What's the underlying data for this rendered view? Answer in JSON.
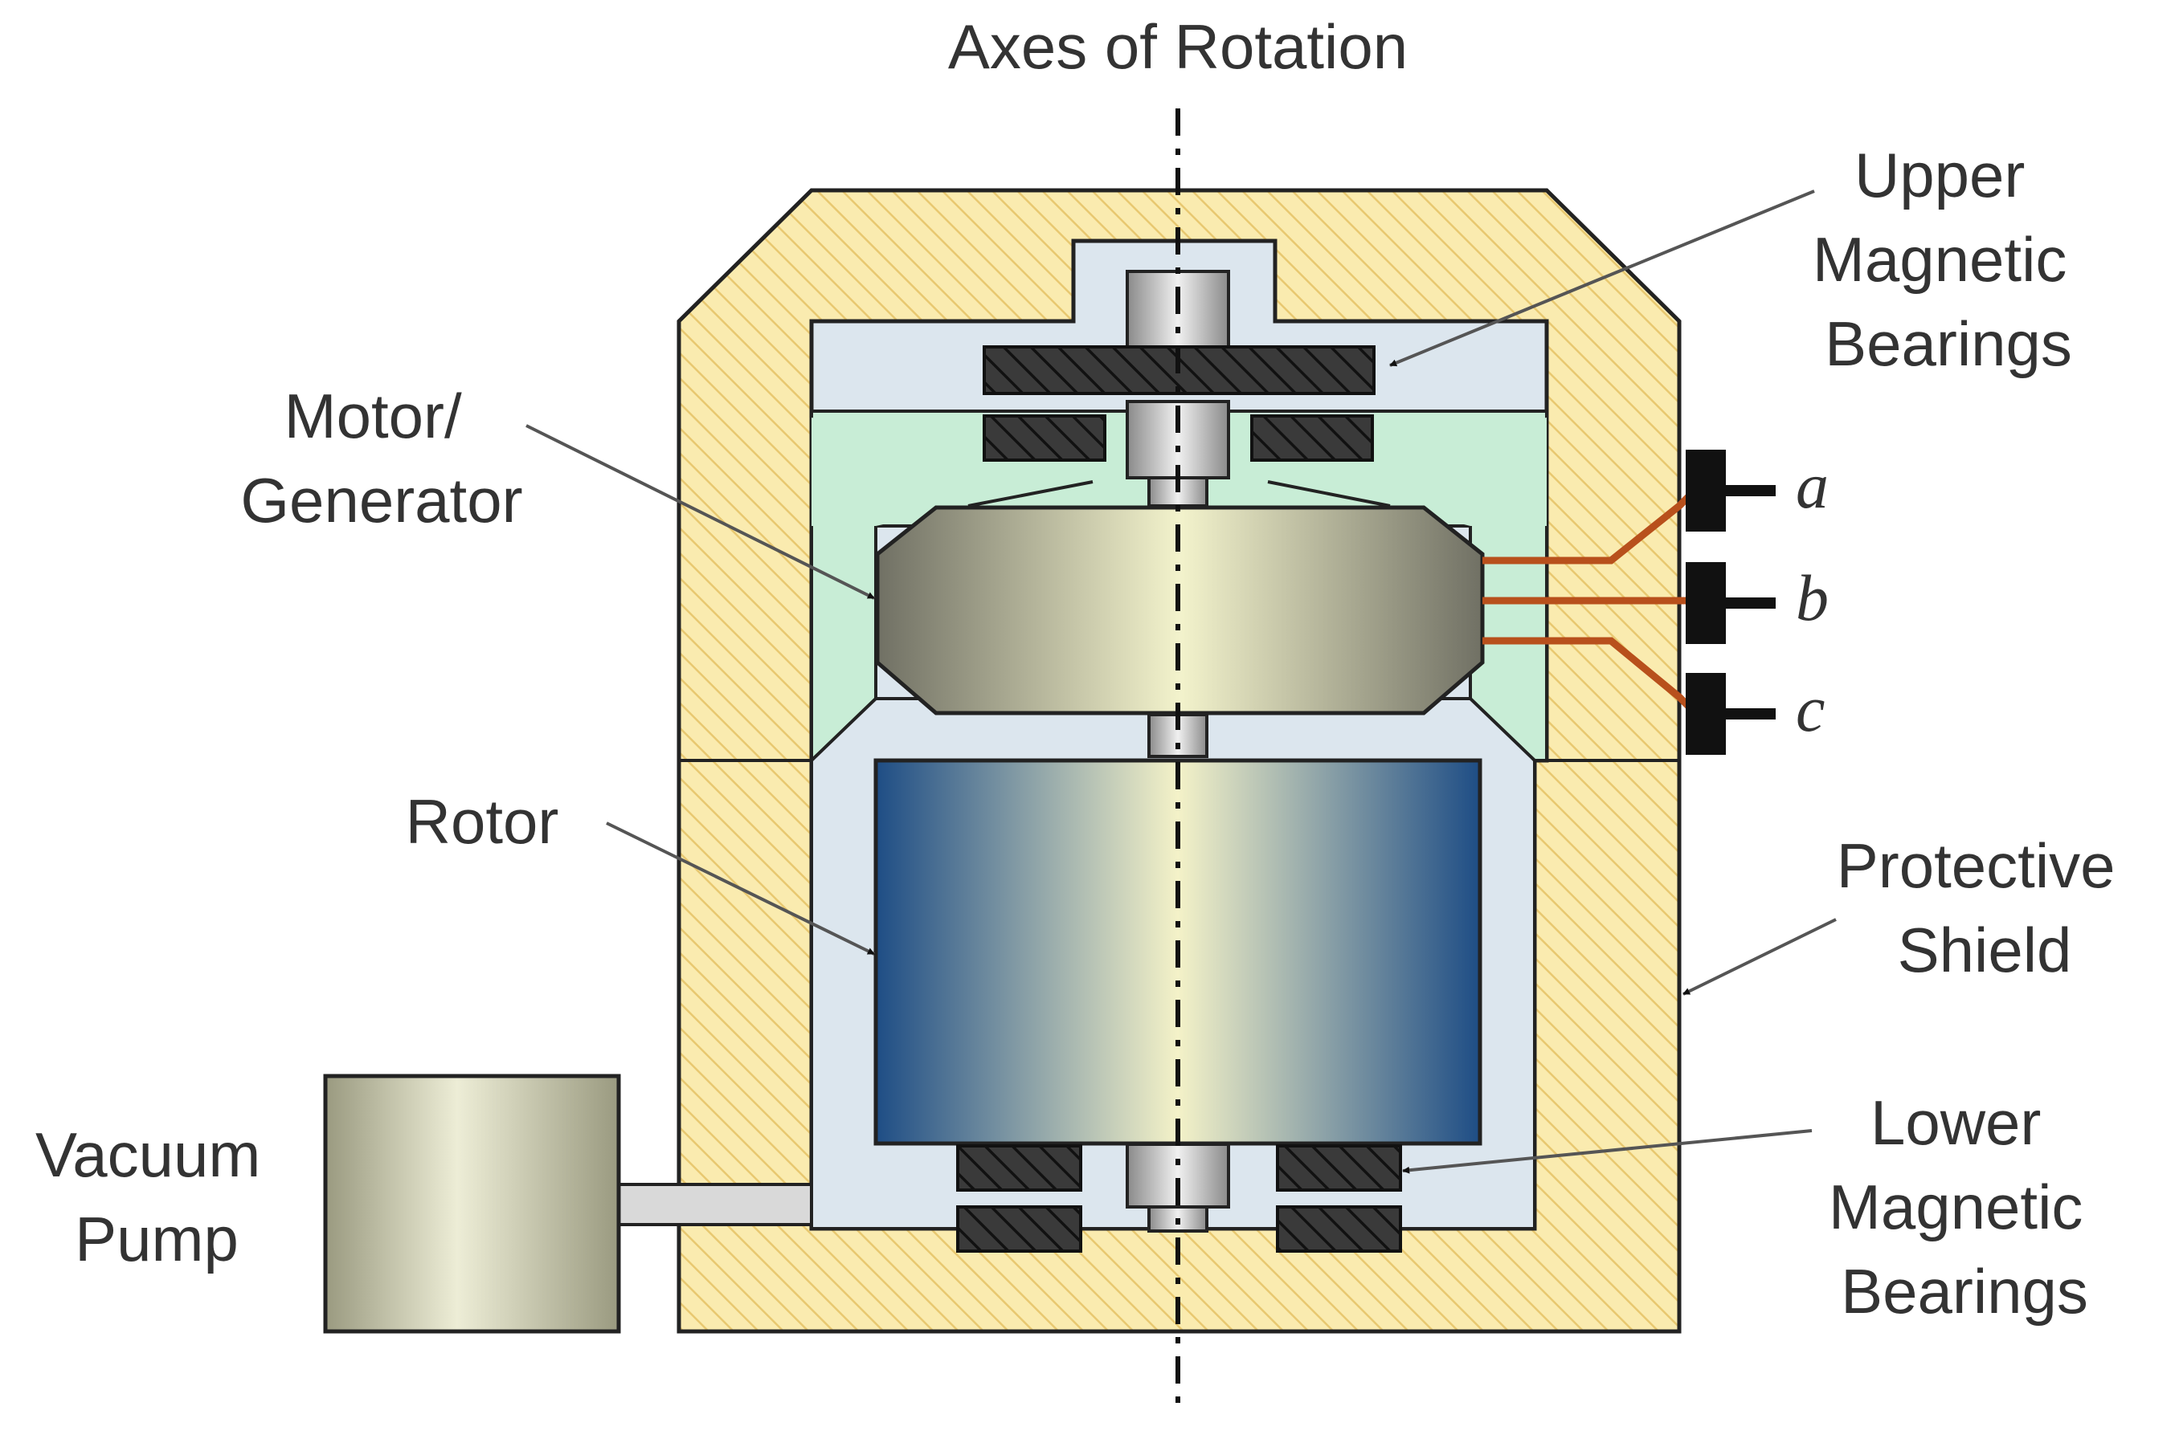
{
  "title": "Axes of Rotation",
  "labels": {
    "upper_bearings": [
      "Upper",
      "Magnetic",
      "Bearings"
    ],
    "motor": [
      "Motor/",
      "Generator"
    ],
    "rotor": [
      "Rotor"
    ],
    "shield": [
      "Protective",
      "Shield"
    ],
    "pump": [
      "Vacuum",
      "Pump"
    ],
    "lower_bearings": [
      "Lower",
      "Magnetic",
      "Bearings"
    ]
  },
  "terminals": [
    "a",
    "b",
    "c"
  ],
  "colors": {
    "shield_fill": "#FAEBAF",
    "shield_hatch": "#E8C870",
    "chamber_fill": "#DCE6EE",
    "stator_fill": "#C8EDD6",
    "bearing_fill": "#3A3A3A",
    "wire": "#B8501C",
    "rotor_edge": "#1E4D85",
    "rotor_center": "#F4F2C8",
    "motor_edge": "#707064",
    "motor_center": "#F3F3CC",
    "pump_fill": "#CBCBA8",
    "text": "#333333"
  }
}
